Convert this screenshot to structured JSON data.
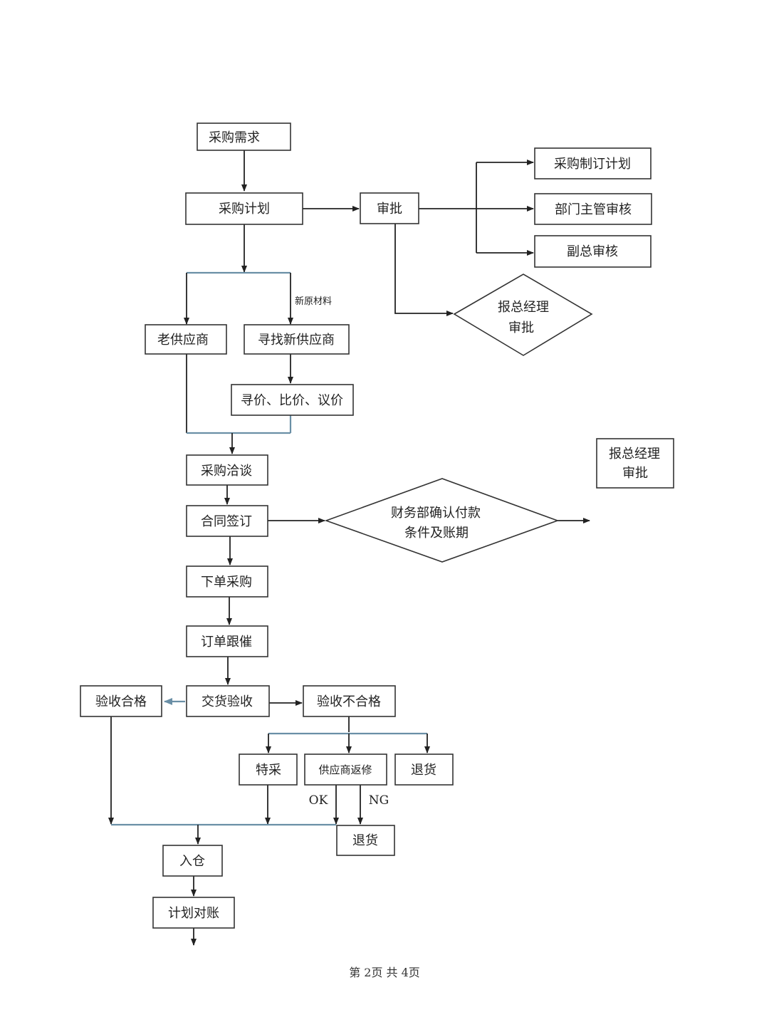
{
  "nodes": {
    "purchase_demand": "采购需求",
    "purchase_plan": "采购计划",
    "approval": "审批",
    "make_plan": "采购制订计划",
    "dept_review": "部门主管审核",
    "vice_review": "副总审核",
    "gm_approval_1": [
      "报总经理",
      "审批"
    ],
    "old_supplier": "老供应商",
    "find_new_supplier": "寻找新供应商",
    "price_inquiry": "寻价、比价、议价",
    "negotiation": "采购洽谈",
    "contract": "合同签订",
    "finance_confirm": [
      "财务部确认付款",
      "条件及账期"
    ],
    "gm_approval_2": [
      "报总经理",
      "审批"
    ],
    "place_order": "下单采购",
    "order_follow": "订单跟催",
    "delivery_inspection": "交货验收",
    "inspection_pass": "验收合格",
    "inspection_fail": "验收不合格",
    "special_purchase": "特采",
    "supplier_repair": "供应商返修",
    "return_goods_1": "退货",
    "return_goods_2": "退货",
    "warehouse_in": "入仓",
    "plan_reconcile": "计划对账"
  },
  "labels": {
    "new_material": "新原材料",
    "ok": "OK",
    "ng": "NG"
  },
  "footer": "第 2页  共 4页"
}
